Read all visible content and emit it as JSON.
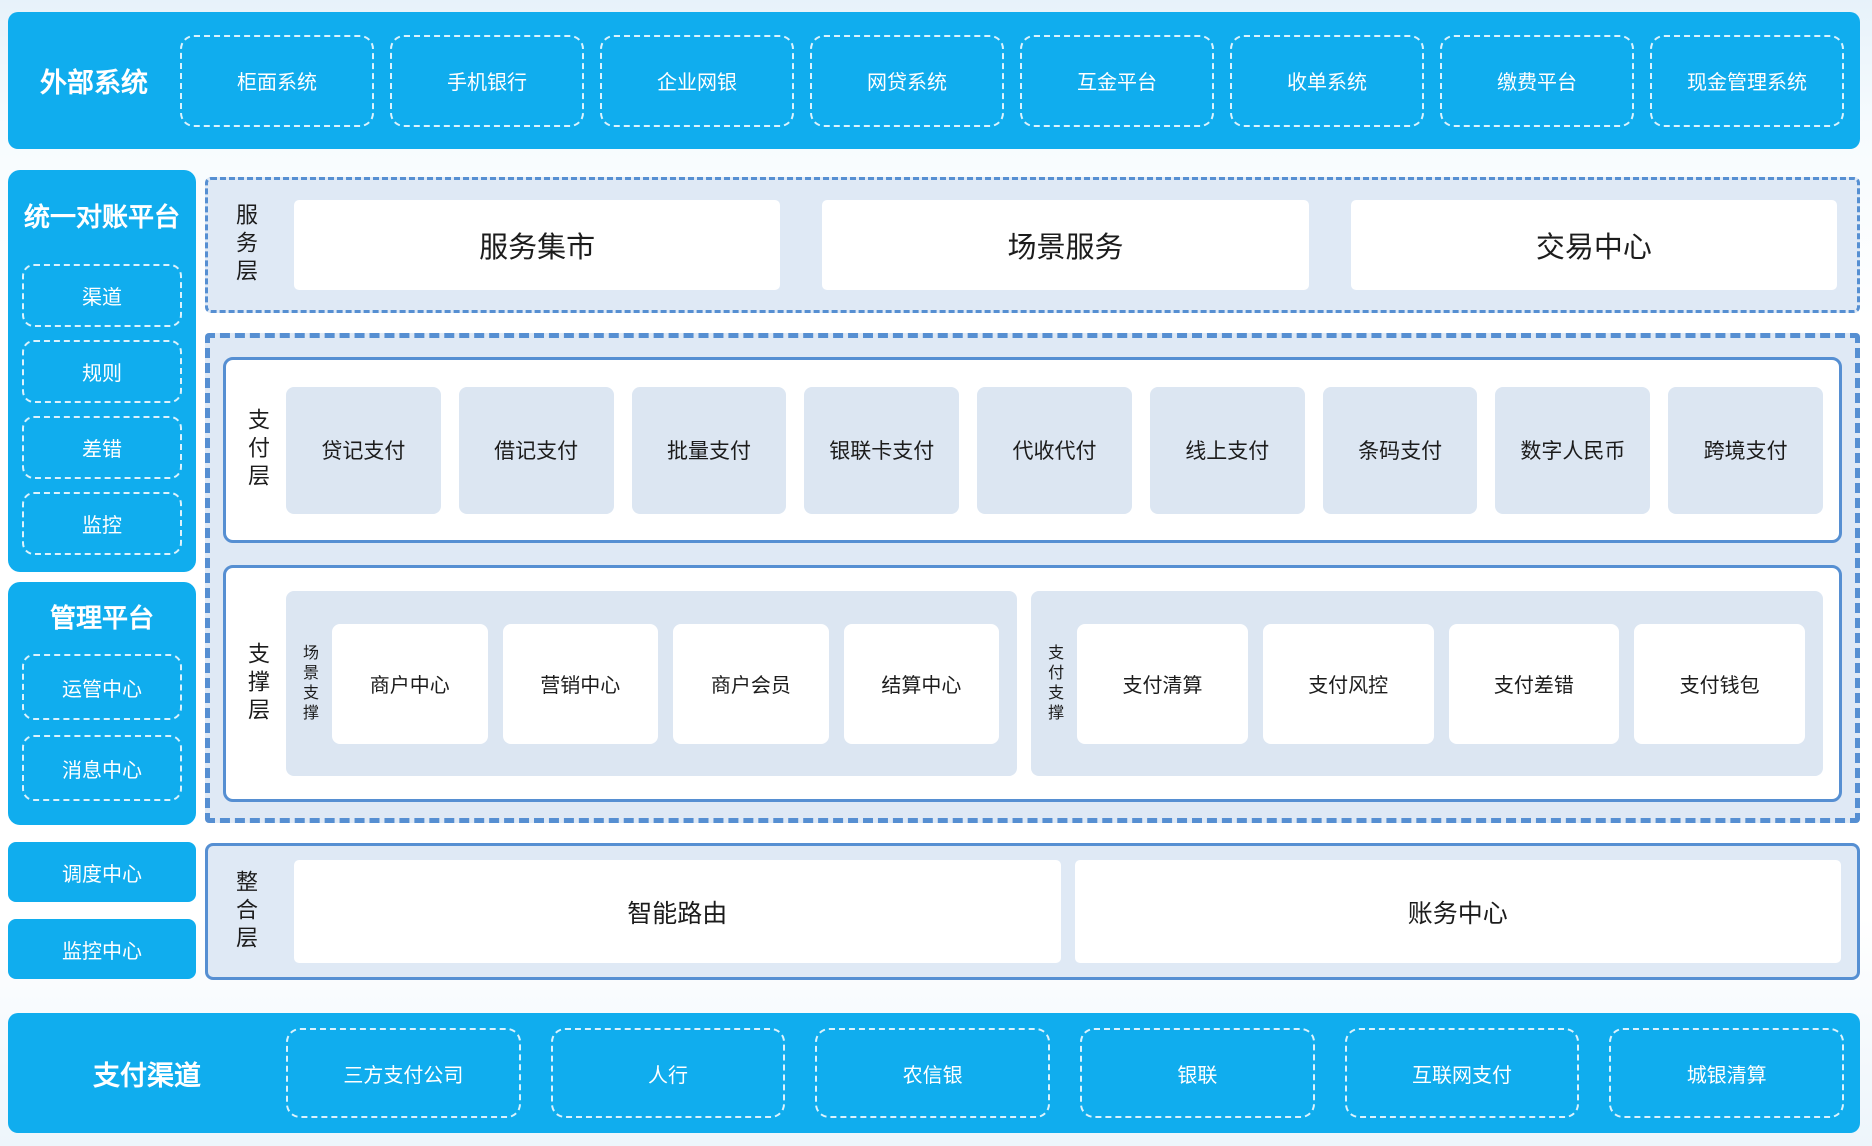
{
  "colors": {
    "brand_blue": "#10adee",
    "border_blue": "#568fd2",
    "panel_bg": "#dfe9f5",
    "item_bg": "#dce6f2",
    "text_dark": "#1c1c1c",
    "text_light": "#ffffff"
  },
  "external_systems": {
    "title": "外部系统",
    "items": [
      "柜面系统",
      "手机银行",
      "企业网银",
      "网贷系统",
      "互金平台",
      "收单系统",
      "缴费平台",
      "现金管理系统"
    ]
  },
  "sidebar": {
    "reconciliation": {
      "title": "统一对账平台",
      "items": [
        "渠道",
        "规则",
        "差错",
        "监控"
      ]
    },
    "management": {
      "title": "管理平台",
      "items": [
        "运管中心",
        "消息中心"
      ]
    },
    "standalone": [
      "调度中心",
      "监控中心"
    ]
  },
  "service_layer": {
    "label": "服务层",
    "items": [
      "服务集市",
      "场景服务",
      "交易中心"
    ]
  },
  "payment_layer": {
    "label": "支付层",
    "items": [
      "贷记支付",
      "借记支付",
      "批量支付",
      "银联卡支付",
      "代收代付",
      "线上支付",
      "条码支付",
      "数字人民币",
      "跨境支付"
    ]
  },
  "support_layer": {
    "label": "支撑层",
    "groups": [
      {
        "label": "场景支撑",
        "items": [
          "商户中心",
          "营销中心",
          "商户会员",
          "结算中心"
        ]
      },
      {
        "label": "支付支撑",
        "items": [
          "支付清算",
          "支付风控",
          "支付差错",
          "支付钱包"
        ]
      }
    ]
  },
  "integration_layer": {
    "label": "整合层",
    "items": [
      "智能路由",
      "账务中心"
    ]
  },
  "payment_channels": {
    "title": "支付渠道",
    "items": [
      "三方支付公司",
      "人行",
      "农信银",
      "银联",
      "互联网支付",
      "城银清算"
    ]
  }
}
